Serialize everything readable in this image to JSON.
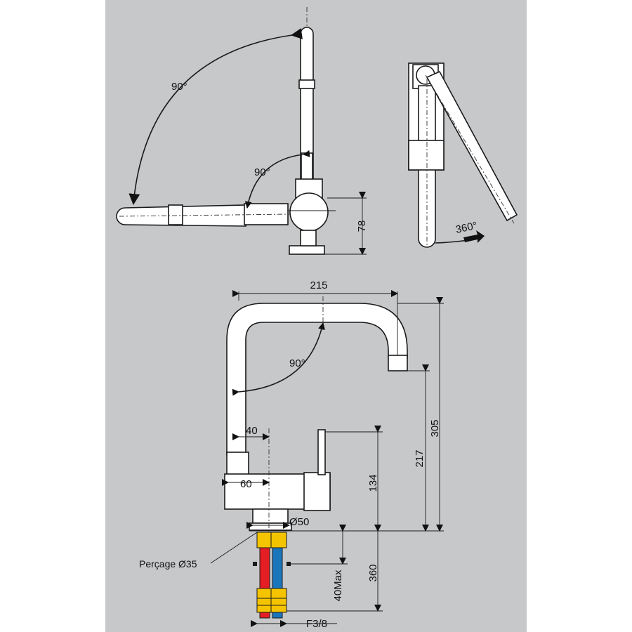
{
  "side_view": {
    "angle_large": "90°",
    "angle_small": "90°",
    "height": "78"
  },
  "top_view": {
    "rotation": "360°"
  },
  "front_view": {
    "width": "215",
    "spout_angle": "90°",
    "offset_40": "40",
    "body_60": "60",
    "base_diameter": "Ø50",
    "handle_height": "134",
    "spout_height": "217",
    "total_height": "305",
    "hose_length": "360",
    "counter_max": "40Max",
    "thread": "F3/8",
    "drilling_label": "Perçage Ø35"
  },
  "colors": {
    "background": "#c7c8ca",
    "hot_hose": "#e31e24",
    "cold_hose": "#1b75bb",
    "fitting": "#f5c400"
  }
}
